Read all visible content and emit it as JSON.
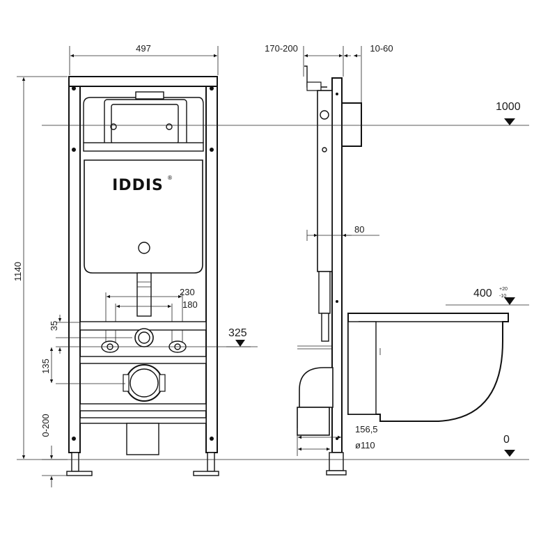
{
  "brand": {
    "name": "IDDIS",
    "registered": "®"
  },
  "dimensions": {
    "frame_width": "497",
    "height_total": "1140",
    "depth_range": "170-200",
    "wall_gap": "10-60",
    "button_height": "1000",
    "pipe_offset_80": "80",
    "bolt_spacing_outer": "230",
    "bolt_spacing_inner": "180",
    "bolt_height": "325",
    "offset_35": "35",
    "offset_135": "135",
    "leg_adjust": "0-200",
    "bowl_height": "400",
    "bowl_tol_plus": "+20",
    "bowl_tol_minus": "-10",
    "drain_offset": "156,5",
    "drain_diameter": "ø110",
    "floor_level": "0"
  }
}
